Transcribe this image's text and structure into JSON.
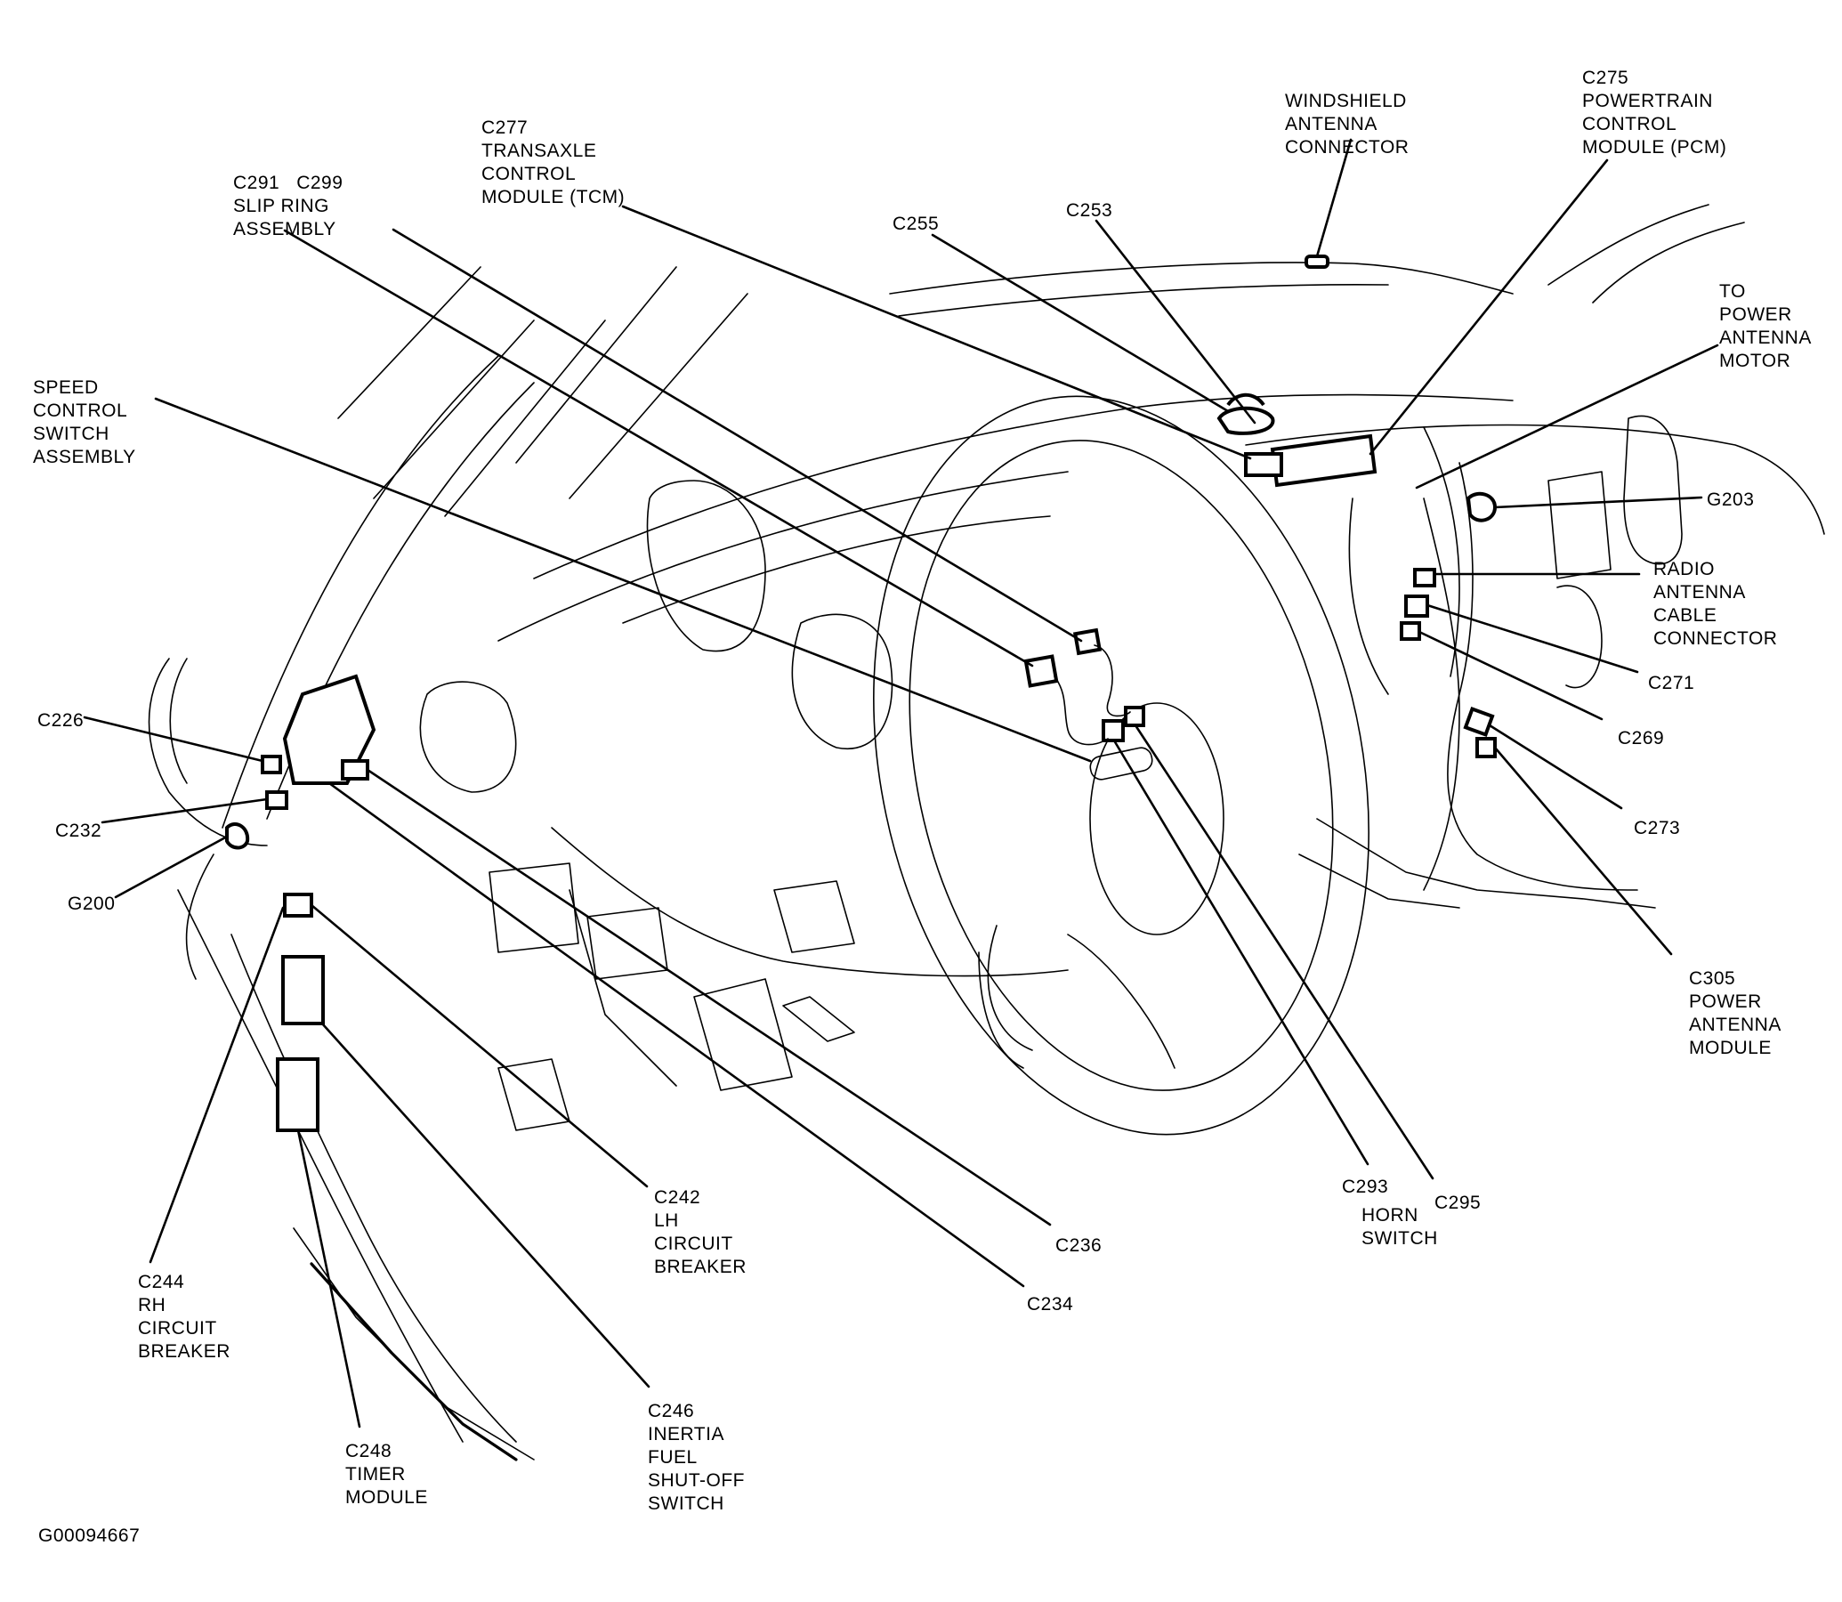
{
  "figure_id": "G00094667",
  "callouts": [
    {
      "id": "c277",
      "lines": [
        "C277",
        "TRANSAXLE",
        "CONTROL",
        "MODULE (TCM)"
      ]
    },
    {
      "id": "c291-c299",
      "lines": [
        "C291   C299",
        "SLIP RING",
        "ASSEMBLY"
      ]
    },
    {
      "id": "speed-control",
      "lines": [
        "SPEED",
        "CONTROL",
        "SWITCH",
        "ASSEMBLY"
      ]
    },
    {
      "id": "windshield-antenna",
      "lines": [
        "WINDSHIELD",
        "ANTENNA",
        "CONNECTOR"
      ]
    },
    {
      "id": "c275",
      "lines": [
        "C275",
        "POWERTRAIN",
        "CONTROL",
        "MODULE (PCM)"
      ]
    },
    {
      "id": "c255",
      "lines": [
        "C255"
      ]
    },
    {
      "id": "c253",
      "lines": [
        "C253"
      ]
    },
    {
      "id": "power-antenna-motor",
      "lines": [
        "TO",
        "POWER",
        "ANTENNA",
        "MOTOR"
      ]
    },
    {
      "id": "g203",
      "lines": [
        "G203"
      ]
    },
    {
      "id": "radio-antenna-cable",
      "lines": [
        "RADIO",
        "ANTENNA",
        "CABLE",
        "CONNECTOR"
      ]
    },
    {
      "id": "c271",
      "lines": [
        "C271"
      ]
    },
    {
      "id": "c269",
      "lines": [
        "C269"
      ]
    },
    {
      "id": "c273",
      "lines": [
        "C273"
      ]
    },
    {
      "id": "c305",
      "lines": [
        "C305",
        "POWER",
        "ANTENNA",
        "MODULE"
      ]
    },
    {
      "id": "c293",
      "lines": [
        "C293"
      ]
    },
    {
      "id": "horn-switch",
      "lines": [
        "HORN",
        "SWITCH"
      ]
    },
    {
      "id": "c295",
      "lines": [
        "C295"
      ]
    },
    {
      "id": "c236",
      "lines": [
        "C236"
      ]
    },
    {
      "id": "c234",
      "lines": [
        "C234"
      ]
    },
    {
      "id": "c242",
      "lines": [
        "C242",
        "LH",
        "CIRCUIT",
        "BREAKER"
      ]
    },
    {
      "id": "c244",
      "lines": [
        "C244",
        "RH",
        "CIRCUIT",
        "BREAKER"
      ]
    },
    {
      "id": "c248",
      "lines": [
        "C248",
        "TIMER",
        "MODULE"
      ]
    },
    {
      "id": "c246",
      "lines": [
        "C246",
        "INERTIA",
        "FUEL",
        "SHUT-OFF",
        "SWITCH"
      ]
    },
    {
      "id": "c226",
      "lines": [
        "C226"
      ]
    },
    {
      "id": "c232",
      "lines": [
        "C232"
      ]
    },
    {
      "id": "g200",
      "lines": [
        "G200"
      ]
    }
  ]
}
